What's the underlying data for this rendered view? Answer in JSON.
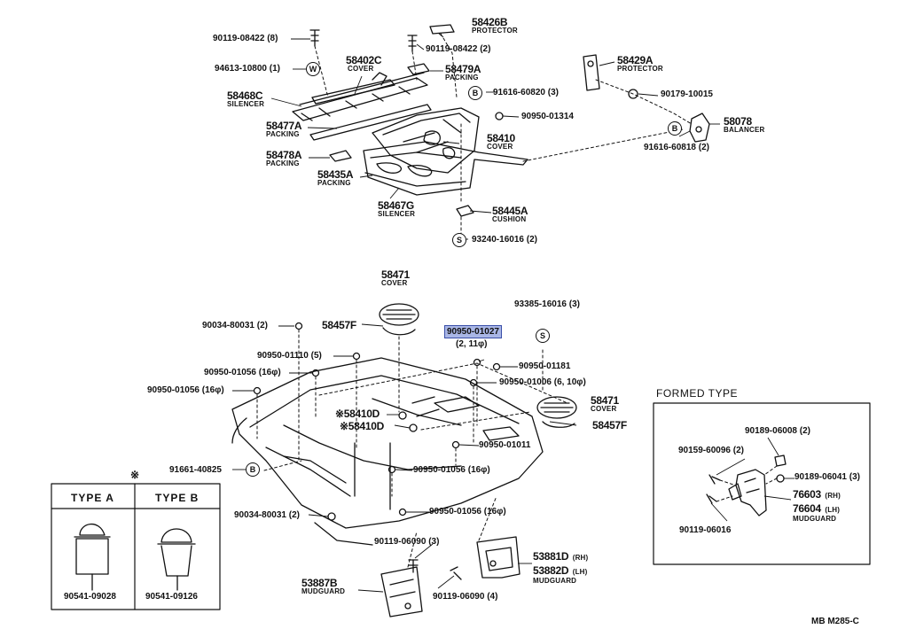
{
  "parts_upper": [
    {
      "key": "p1",
      "number": "90119-08422",
      "qty": "(8)"
    },
    {
      "key": "p2",
      "number": "94613-10800",
      "qty": "(1)"
    },
    {
      "key": "p3",
      "number": "58468C",
      "desc": "SILENCER"
    },
    {
      "key": "p4",
      "number": "58402C",
      "desc": "COVER"
    },
    {
      "key": "p5",
      "number": "58426B",
      "desc": "PROTECTOR"
    },
    {
      "key": "p6",
      "number": "90119-08422",
      "qty": "(2)"
    },
    {
      "key": "p7",
      "number": "58479A",
      "desc": "PACKING"
    },
    {
      "key": "p8",
      "number": "91616-60820",
      "qty": "(3)"
    },
    {
      "key": "p9",
      "number": "58477A",
      "desc": "PACKING"
    },
    {
      "key": "p10",
      "number": "90950-01314"
    },
    {
      "key": "p11",
      "number": "58410",
      "desc": "COVER"
    },
    {
      "key": "p12",
      "number": "58478A",
      "desc": "PACKING"
    },
    {
      "key": "p13",
      "number": "58435A",
      "desc": "PACKING"
    },
    {
      "key": "p14",
      "number": "58467G",
      "desc": "SILENCER"
    },
    {
      "key": "p15",
      "number": "58445A",
      "desc": "CUSHION"
    },
    {
      "key": "p16",
      "number": "93240-16016",
      "qty": "(2)"
    },
    {
      "key": "p17",
      "number": "58429A",
      "desc": "PROTECTOR"
    },
    {
      "key": "p18",
      "number": "90179-10015"
    },
    {
      "key": "p19",
      "number": "58078",
      "desc": "BALANCER"
    },
    {
      "key": "p20",
      "number": "91616-60818",
      "qty": "(2)"
    }
  ],
  "parts_lower": [
    {
      "key": "q1",
      "number": "58471",
      "desc": "COVER"
    },
    {
      "key": "q2",
      "number": "58457F"
    },
    {
      "key": "q3",
      "number": "90034-80031",
      "qty": "(2)"
    },
    {
      "key": "q4",
      "number": "90950-01110",
      "qty": "(5)"
    },
    {
      "key": "q5",
      "number": "90950-01056",
      "qty": "(16φ)"
    },
    {
      "key": "q6",
      "number": "90950-01056",
      "qty": "(16φ)"
    },
    {
      "key": "q7",
      "number": "90950-01027",
      "qty": "(2, 11φ)"
    },
    {
      "key": "q8",
      "number": "93385-16016",
      "qty": "(3)"
    },
    {
      "key": "q9",
      "number": "90950-01181"
    },
    {
      "key": "q10",
      "number": "90950-01006",
      "qty": "(6, 10φ)"
    },
    {
      "key": "q11",
      "number": "58471",
      "desc": "COVER"
    },
    {
      "key": "q12",
      "number": "58457F"
    },
    {
      "key": "q13",
      "number": "58410D"
    },
    {
      "key": "q14",
      "number": "58410D"
    },
    {
      "key": "q15",
      "number": "90950-01011"
    },
    {
      "key": "q16",
      "number": "91661-40825"
    },
    {
      "key": "q17",
      "number": "90950-01056",
      "qty": "(16φ)"
    },
    {
      "key": "q18",
      "number": "90034-80031",
      "qty": "(2)"
    },
    {
      "key": "q19",
      "number": "90950-01056",
      "qty": "(16φ)"
    },
    {
      "key": "q20",
      "number": "90119-06090",
      "qty": "(3)"
    },
    {
      "key": "q21",
      "number": "53881D",
      "side": "(RH)"
    },
    {
      "key": "q22",
      "number": "53882D",
      "side": "(LH)",
      "desc": "MUDGUARD"
    },
    {
      "key": "q23",
      "number": "53887B",
      "desc": "MUDGUARD"
    },
    {
      "key": "q24",
      "number": "90119-06090",
      "qty": "(4)"
    }
  ],
  "highlighted_part": "90950-01027",
  "symbols": {
    "w": "W",
    "b": "B",
    "s": "S",
    "star": "※"
  },
  "type_table": {
    "marker": "※",
    "columns": [
      {
        "header": "TYPE A",
        "part": "90541-09028"
      },
      {
        "header": "TYPE B",
        "part": "90541-09126"
      }
    ]
  },
  "formed_type": {
    "title": "FORMED TYPE",
    "parts": [
      {
        "key": "f1",
        "number": "90189-06008",
        "qty": "(2)"
      },
      {
        "key": "f2",
        "number": "90159-60096",
        "qty": "(2)"
      },
      {
        "key": "f3",
        "number": "90189-06041",
        "qty": "(3)"
      },
      {
        "key": "f4",
        "number": "76603",
        "side": "(RH)"
      },
      {
        "key": "f5",
        "number": "76604",
        "side": "(LH)",
        "desc": "MUDGUARD"
      },
      {
        "key": "f6",
        "number": "90119-06016"
      }
    ]
  },
  "footer_code": "MB  M285-C"
}
